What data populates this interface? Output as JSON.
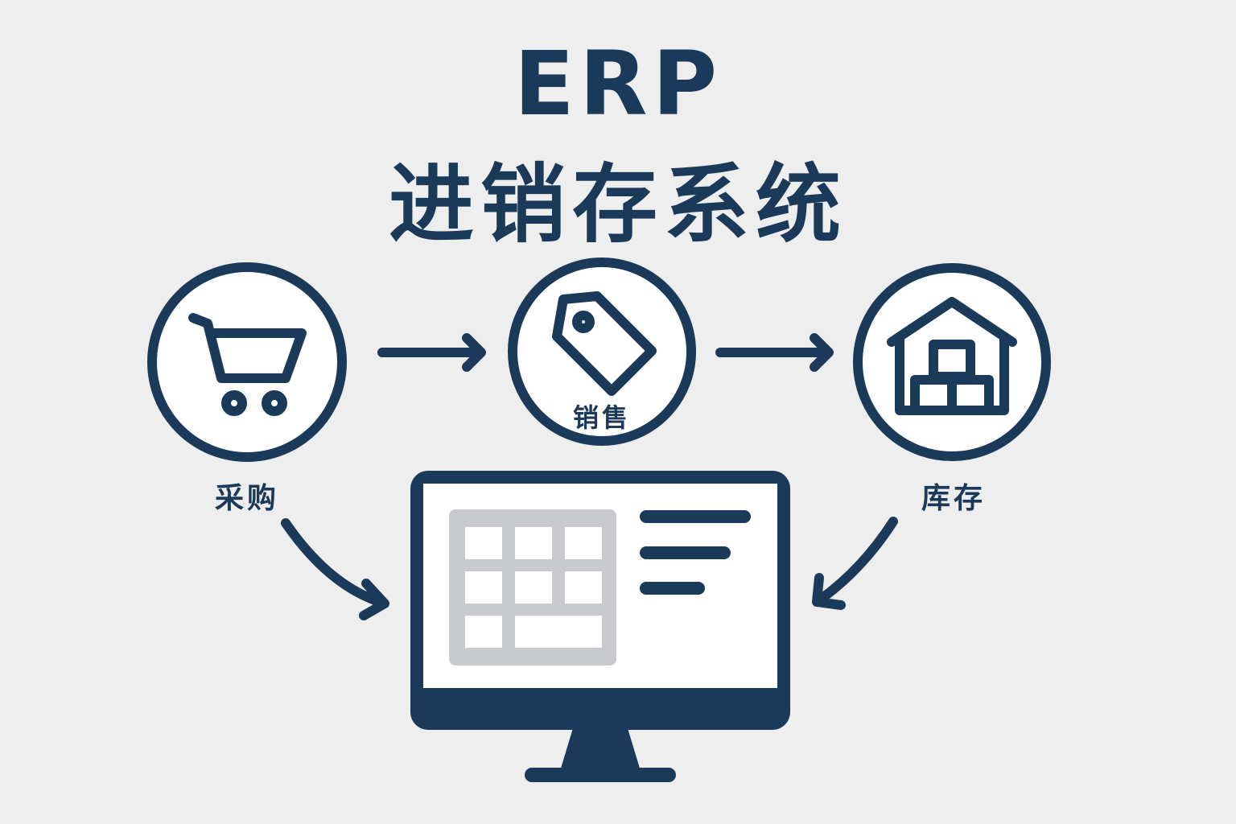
{
  "title": {
    "line1": "ERP",
    "line2": "进销存系统"
  },
  "modules": [
    {
      "label": "采购",
      "icon": "shopping-cart-icon"
    },
    {
      "label": "销售",
      "icon": "price-tag-icon"
    },
    {
      "label": "库存",
      "icon": "warehouse-icon"
    }
  ],
  "colors": {
    "primary": "#1b3a5a",
    "background": "#eeeeee",
    "grid": "#c8cacd"
  }
}
